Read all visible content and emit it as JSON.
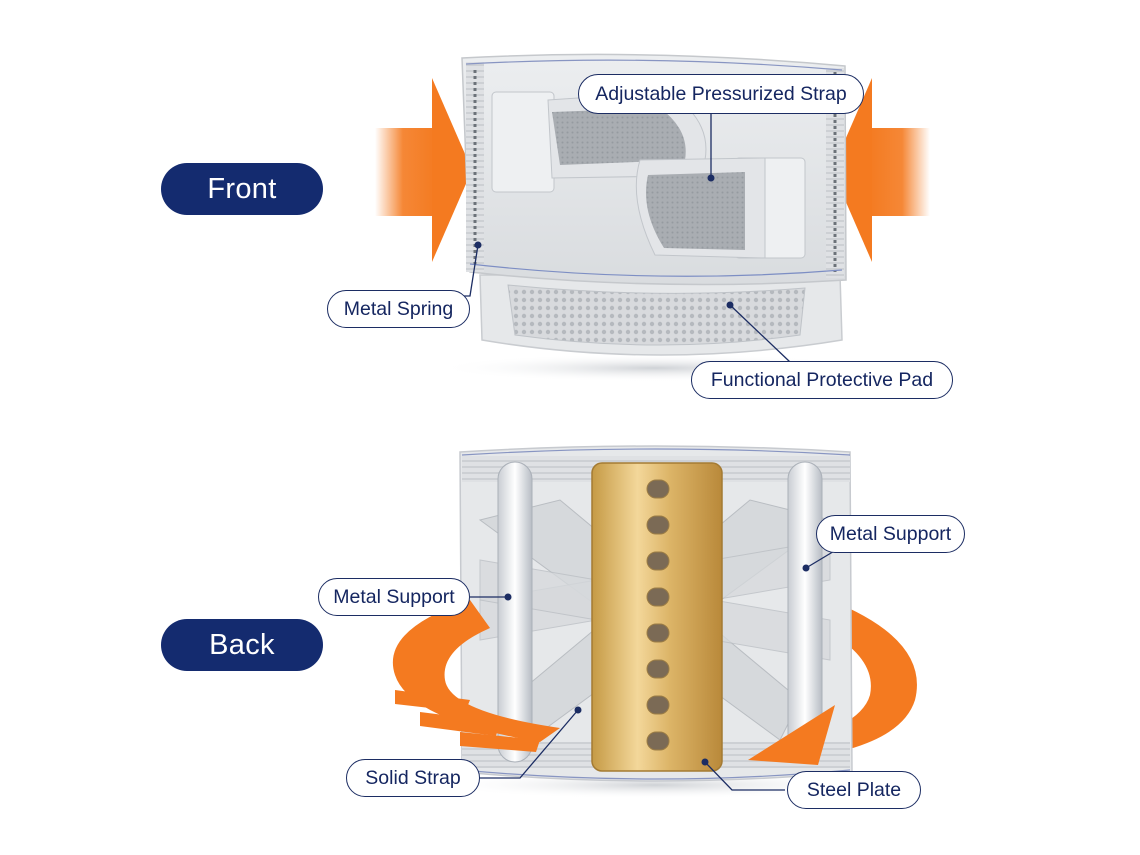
{
  "sections": {
    "front_label": "Front",
    "back_label": "Back"
  },
  "callouts": {
    "adjustable_strap": "Adjustable Pressurized Strap",
    "metal_spring": "Metal Spring",
    "protective_pad": "Functional Protective Pad",
    "metal_support_right": "Metal Support",
    "metal_support_left": "Metal Support",
    "solid_strap": "Solid Strap",
    "steel_plate": "Steel Plate"
  },
  "colors": {
    "accent_orange": "#f47a20",
    "navy": "#142b6f",
    "gold_plate": "#d9b25e",
    "belt_grey": "#e4e5e7"
  }
}
